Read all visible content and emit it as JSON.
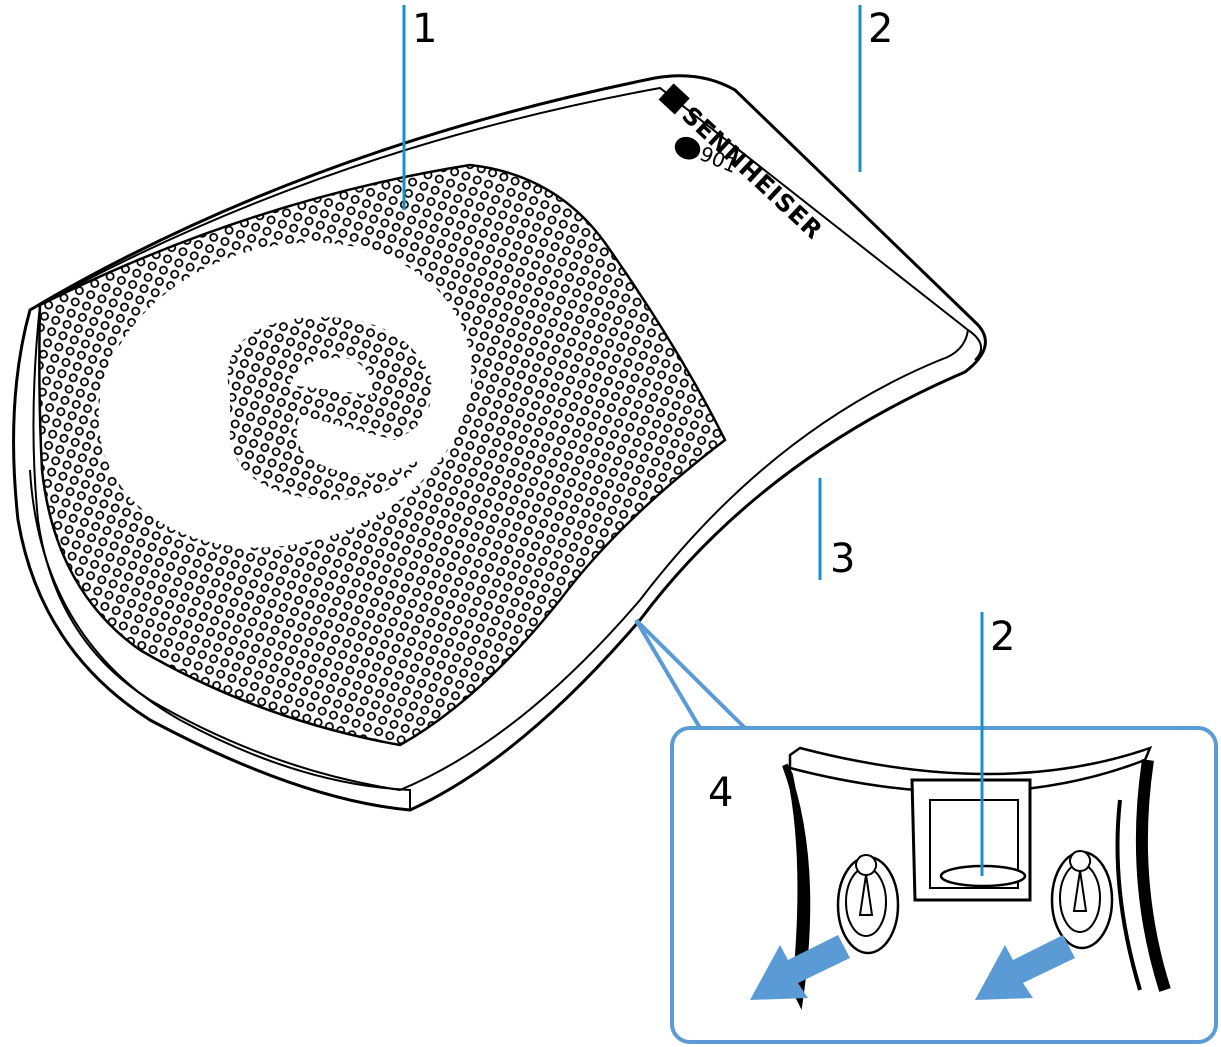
{
  "callouts": {
    "c1": "1",
    "c2_top": "2",
    "c3": "3",
    "c2_detail": "2",
    "c4": "4"
  },
  "product": {
    "brand": "SENNHEISER",
    "model": "901",
    "model_prefix_icon": "e-logo-icon"
  },
  "colors": {
    "callout_line": "#1a8fc8",
    "detail_frame": "#5b9bd5",
    "arrow": "#5b9bd5",
    "outline": "#000000"
  }
}
